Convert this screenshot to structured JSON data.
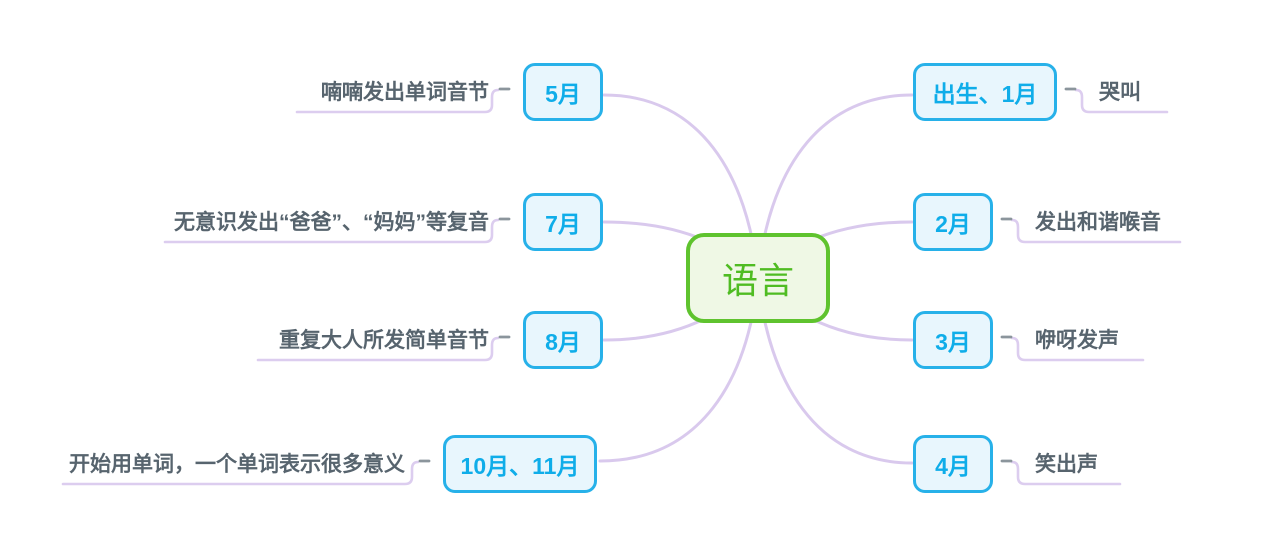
{
  "root": {
    "label": "语言"
  },
  "left_branches": [
    {
      "month": "5月",
      "note": "喃喃发出单词音节"
    },
    {
      "month": "7月",
      "note": "无意识发出“爸爸”、“妈妈”等复音"
    },
    {
      "month": "8月",
      "note": "重复大人所发简单音节"
    },
    {
      "month": "10月、11月",
      "note": "开始用单词，一个单词表示很多意义"
    }
  ],
  "right_branches": [
    {
      "month": "出生、1月",
      "note": "哭叫"
    },
    {
      "month": "2月",
      "note": "发出和谐喉音"
    },
    {
      "month": "3月",
      "note": "咿呀发声"
    },
    {
      "month": "4月",
      "note": "笑出声"
    }
  ],
  "colors": {
    "background": "#ffffff",
    "root_border": "#5fc32e",
    "root_fill": "#eff8e5",
    "root_text": "#4fbc22",
    "topic_border": "#27b1e9",
    "topic_fill": "#e8f6fd",
    "topic_text": "#0fade9",
    "connector_line": "#d9c9ed",
    "leaf_text": "#57646e",
    "collapse_dash": "#8b959c"
  }
}
